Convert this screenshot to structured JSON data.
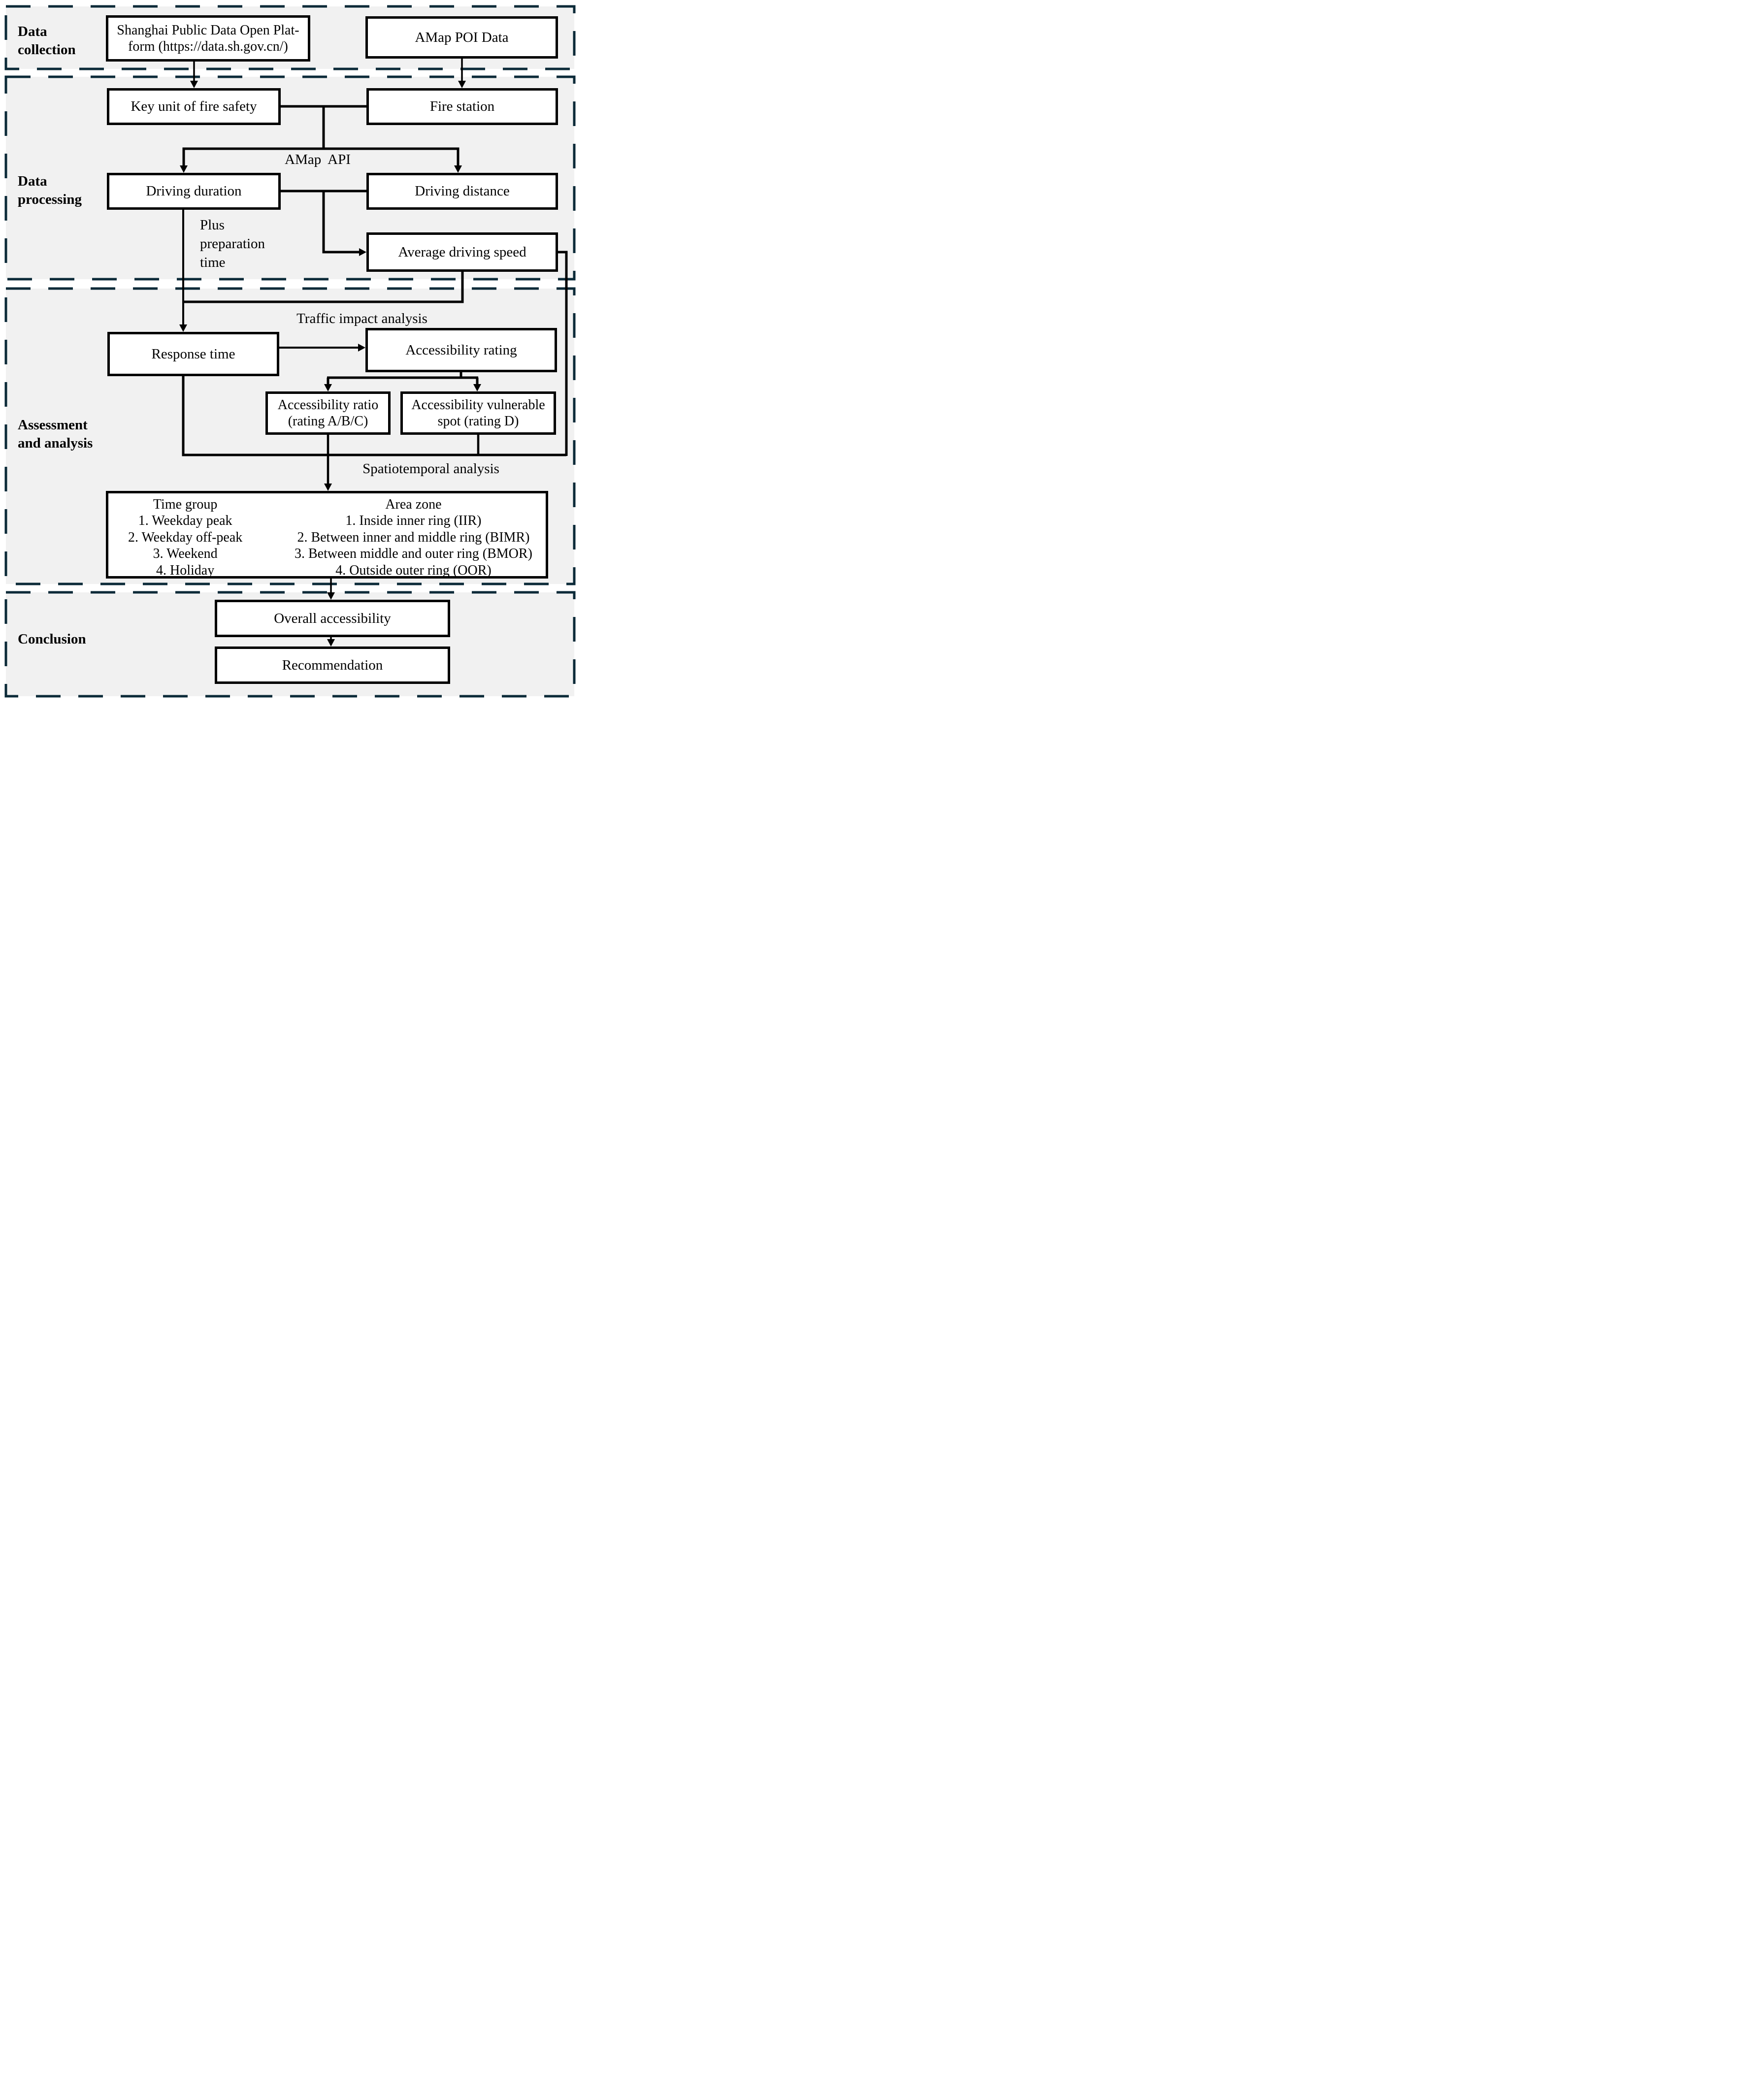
{
  "colors": {
    "section_fill": "#f1f1f1",
    "section_border": "#0b2a38",
    "line": "#000000",
    "box_fill": "#ffffff",
    "box_border": "#000000"
  },
  "sections": {
    "data_collection": {
      "label": "Data collection"
    },
    "data_processing": {
      "label": "Data processing"
    },
    "assessment_analysis": {
      "label": "Assessment and analysis"
    },
    "conclusion": {
      "label": "Conclusion"
    }
  },
  "boxes": {
    "shanghai_platform": {
      "line1": "Shanghai Public Data Open Plat-",
      "line2": "form (https://data.sh.gov.cn/)"
    },
    "amap_poi": {
      "label": "AMap POI Data"
    },
    "key_unit": {
      "label": "Key unit of fire safety"
    },
    "fire_station": {
      "label": "Fire station"
    },
    "driving_duration": {
      "label": "Driving duration"
    },
    "driving_distance": {
      "label": "Driving distance"
    },
    "average_speed": {
      "label": "Average driving speed"
    },
    "response_time": {
      "label": "Response time"
    },
    "accessibility_rating": {
      "label": "Accessibility rating"
    },
    "accessibility_ratio": {
      "line1": "Accessibility ratio",
      "line2": "(rating A/B/C)"
    },
    "vulnerable_spot": {
      "line1": "Accessibility vulnerable",
      "line2": "spot (rating D)"
    },
    "overall_accessibility": {
      "label": "Overall accessibility"
    },
    "recommendation": {
      "label": "Recommendation"
    }
  },
  "annotations": {
    "amap_api": "AMap  API",
    "plus_preparation": "Plus preparation time",
    "traffic_impact": "Traffic impact analysis",
    "spatiotemporal": "Spatiotemporal analysis"
  },
  "matrix": {
    "time_group": {
      "header": "Time group",
      "items": [
        "1. Weekday peak",
        "2. Weekday off-peak",
        "3. Weekend",
        "4. Holiday"
      ]
    },
    "area_zone": {
      "header": "Area zone",
      "items": [
        "1. Inside inner ring (IIR)",
        "2. Between inner and middle ring (BIMR)",
        "3. Between middle and outer ring (BMOR)",
        "4. Outside outer ring (OOR)"
      ]
    }
  }
}
